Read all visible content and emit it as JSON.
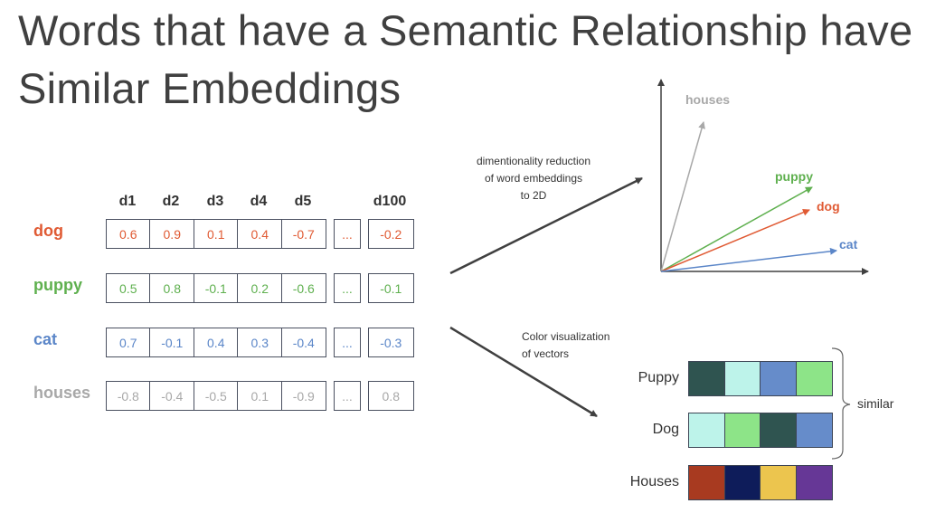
{
  "title": {
    "line1": "Words that have a Semantic Relationship have",
    "line2": "Similar Embeddings"
  },
  "table": {
    "headers": [
      "d1",
      "d2",
      "d3",
      "d4",
      "d5",
      "d100"
    ],
    "ellipsis": "...",
    "rows": [
      {
        "word": "dog",
        "color": "#e05a33",
        "values": [
          "0.6",
          "0.9",
          "0.1",
          "0.4",
          "-0.7",
          "-0.2"
        ]
      },
      {
        "word": "puppy",
        "color": "#5fb04f",
        "values": [
          "0.5",
          "0.8",
          "-0.1",
          "0.2",
          "-0.6",
          "-0.1"
        ]
      },
      {
        "word": "cat",
        "color": "#5b86c8",
        "values": [
          "0.7",
          "-0.1",
          "0.4",
          "0.3",
          "-0.4",
          "-0.3"
        ]
      },
      {
        "word": "houses",
        "color": "#a8a8a8",
        "values": [
          "-0.8",
          "-0.4",
          "-0.5",
          "0.1",
          "-0.9",
          "0.8"
        ]
      }
    ]
  },
  "notes": {
    "reduction": [
      "dimentionality reduction",
      "of word embeddings",
      "to 2D"
    ],
    "color_vis": [
      "Color visualization",
      "of vectors"
    ]
  },
  "plot": {
    "labels": {
      "houses": "houses",
      "puppy": "puppy",
      "dog": "dog",
      "cat": "cat"
    },
    "colors": {
      "houses": "#a8a8a8",
      "puppy": "#5fb04f",
      "dog": "#e05a33",
      "cat": "#5b86c8"
    }
  },
  "color_rows": [
    {
      "label": "Puppy",
      "colors": [
        "#2f5450",
        "#bdf3ea",
        "#668cca",
        "#8de488"
      ]
    },
    {
      "label": "Dog",
      "colors": [
        "#bdf3ea",
        "#8de488",
        "#2f5450",
        "#668cca"
      ]
    },
    {
      "label": "Houses",
      "colors": [
        "#a83a20",
        "#0e1c5a",
        "#ecc54e",
        "#663796"
      ]
    }
  ],
  "similar_label": "similar"
}
